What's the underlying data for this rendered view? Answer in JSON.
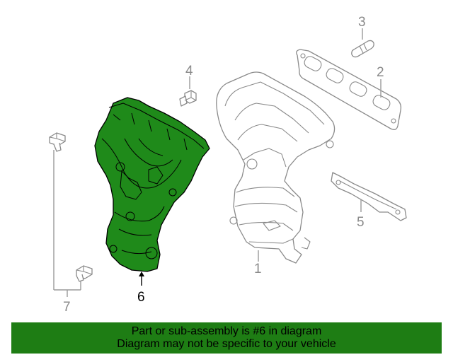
{
  "diagram": {
    "callouts": {
      "c1": "1",
      "c2": "2",
      "c3": "3",
      "c4": "4",
      "c5": "5",
      "c6": "6",
      "c7": "7"
    },
    "highlight_color": "#1f8a1a"
  },
  "banner": {
    "line1": "Part or sub-assembly is #6 in diagram",
    "line2": "Diagram may not be specific to your vehicle",
    "color": "#1e7d14"
  }
}
